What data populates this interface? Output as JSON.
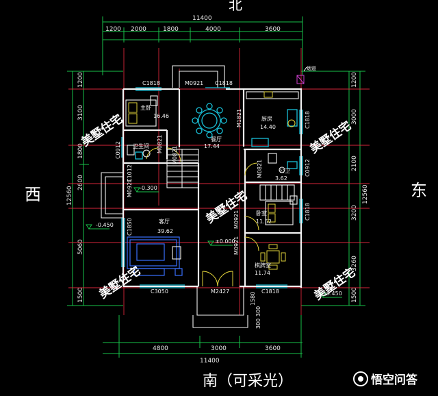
{
  "directions": {
    "north": "北",
    "west": "西",
    "east": "东",
    "south": "南（可采光）"
  },
  "top_dims": {
    "total": "11400",
    "segments": [
      "1200",
      "2000",
      "1800",
      "4000",
      "3600"
    ]
  },
  "bottom_dims": {
    "segments": [
      "4800",
      "3000",
      "3600"
    ],
    "total": "11400"
  },
  "left_dims": {
    "total": "12560",
    "segments": [
      "1200",
      "3100",
      "1800",
      "2600",
      "5060",
      "1500"
    ]
  },
  "right_dims": {
    "total": "12560",
    "segments": [
      "1200",
      "3000",
      "2100",
      "3200",
      "3260",
      "1500"
    ]
  },
  "rooms": {
    "master_bedroom": {
      "name": "主卧",
      "area": "16.46"
    },
    "dining": {
      "name": "餐厅",
      "area": "17.44"
    },
    "kitchen": {
      "name": "厨房",
      "area": "14.40"
    },
    "bath1": {
      "name": "卫生间"
    },
    "bath2": {
      "name": "公卫",
      "area": "3.62"
    },
    "living": {
      "name": "客厅",
      "area": "39.62"
    },
    "bedroom2": {
      "name": "卧室",
      "area": "11.52"
    },
    "mahjong": {
      "name": "棋牌室",
      "area": "11.74"
    }
  },
  "openings": {
    "c1818_top_left": "C1818",
    "m0921_top": "M0921",
    "c1818_top": "C1818",
    "c1818_right_kitchen": "C1818",
    "m1821": "M1821",
    "c0912_left": "C0912",
    "m0821_bath": "M0821",
    "m0921_left": "M0921",
    "c1012": "C1012",
    "m0821_stair": "M0821",
    "m0821_bath2": "M0821",
    "c0912_right": "C0912",
    "c1818_right_bed": "C1818",
    "m0921_bed": "M0921",
    "m0921_mahjong": "M0921",
    "c1850": "C1850",
    "c3050": "C3050",
    "m2427": "M2427",
    "c1818_bottom": "C1818",
    "chimney": "烟道"
  },
  "levels": {
    "a": "-0.300",
    "b": "-0.450",
    "c": "±0.000",
    "d": "-0.450"
  },
  "small_dims": {
    "d1580": "1580",
    "d300a": "300",
    "d300b": "300"
  },
  "watermark": "美墅住宅",
  "brand": {
    "text": "悟空问答",
    "icon": "toutiao-logo-icon"
  },
  "colors": {
    "background": "#000000",
    "axis": "#19c24a",
    "grid": "#d9263a",
    "wall": "#f2f2f2"
  }
}
